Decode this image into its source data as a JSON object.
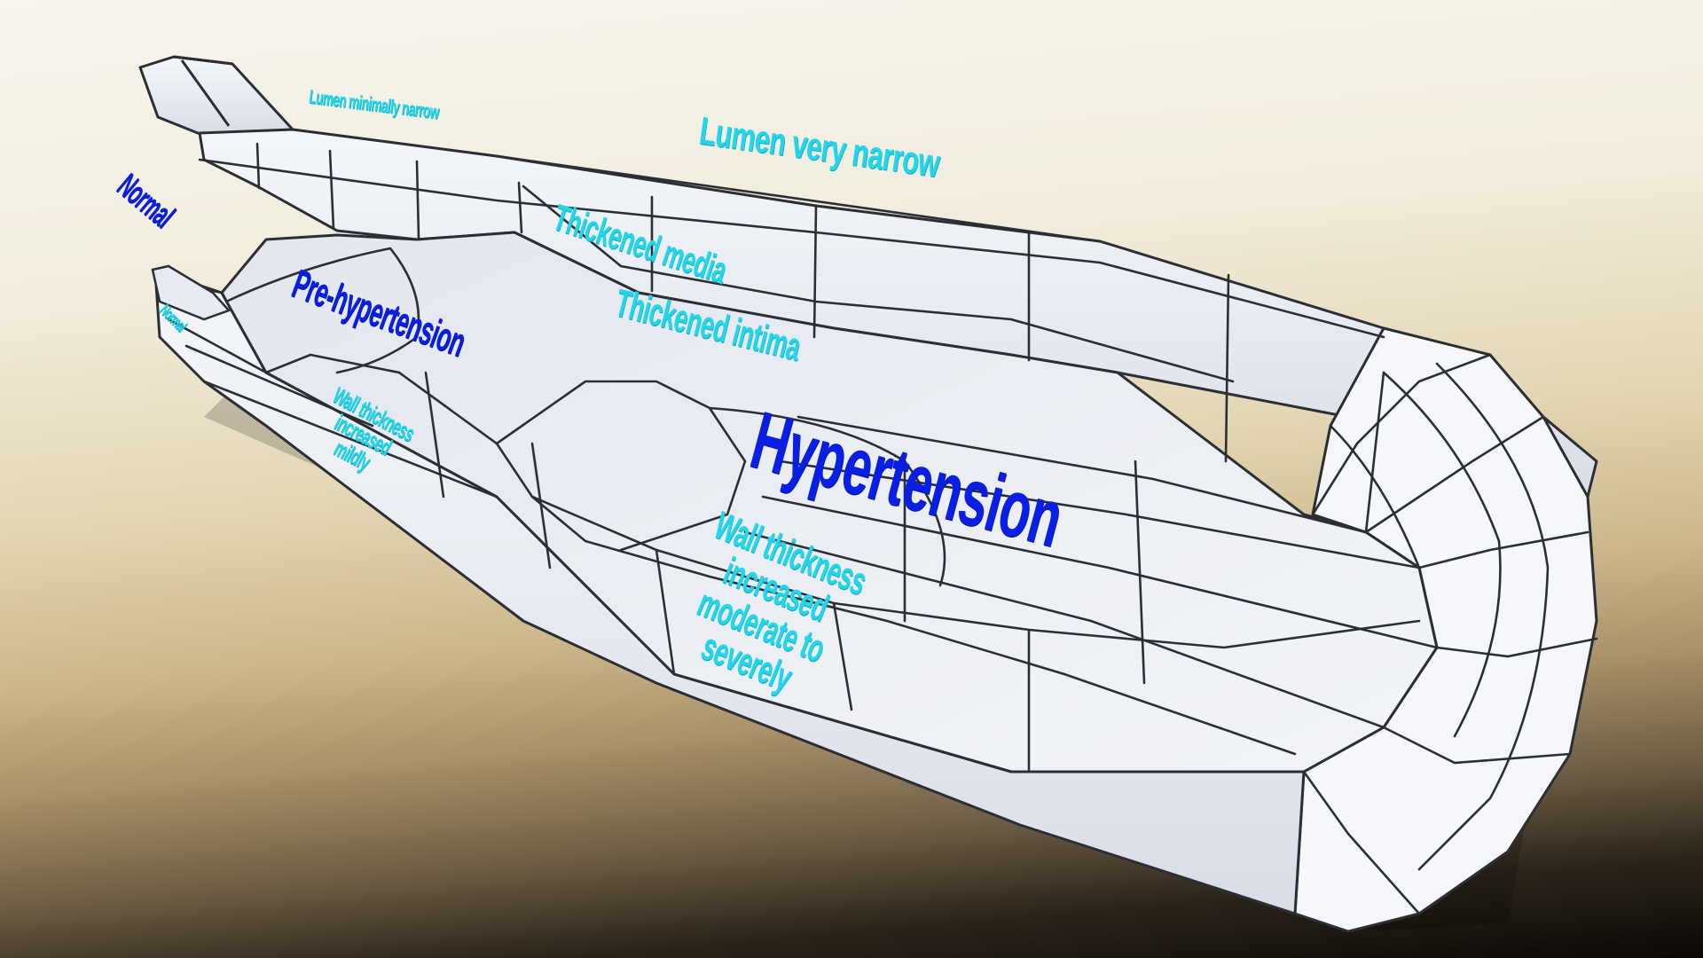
{
  "labels": {
    "lumen_minimally_narrow": "Lumen minimally narrow",
    "lumen_very_narrow": "Lumen very narrow",
    "normal": "Normal",
    "small_left": "Normal",
    "pre_hypertension": "Pre-hypertension",
    "thickened_media": "Thickened media",
    "thickened_intima": "Thickened intima",
    "wall_thickness_minimal": "Wall thickness increased mildly",
    "hypertension": "Hypertension",
    "wall_thickness_severe": "Wall thickness increased moderate to severely"
  },
  "colors": {
    "stage_label": "#0a1fe6",
    "feature_label": "#22d6ec",
    "vessel_fill": "#eef0f5",
    "mesh_line": "#2b2f35"
  }
}
